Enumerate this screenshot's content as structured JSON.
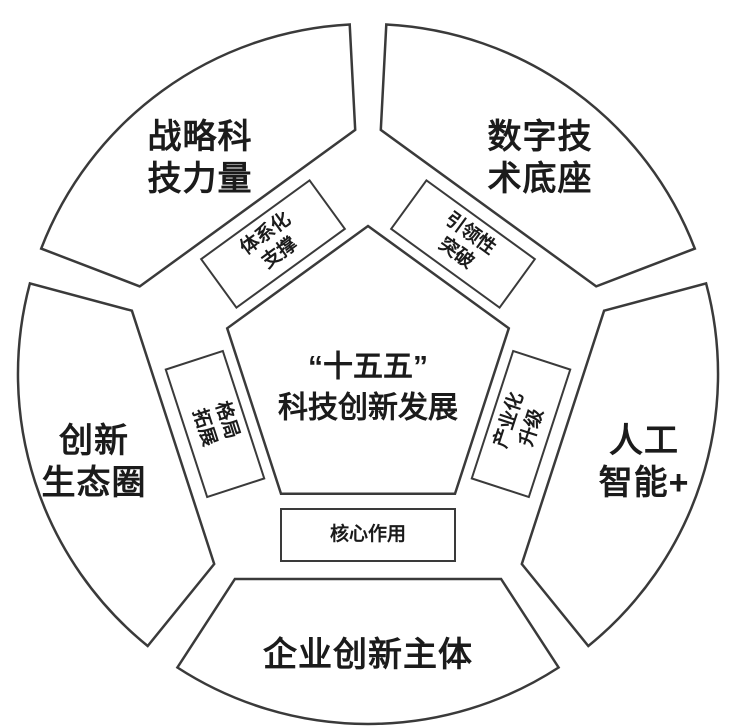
{
  "diagram": {
    "title_center": {
      "line1": "“十五五”",
      "line2": "科技创新发展"
    },
    "outer_sectors": [
      {
        "name": "strategic-tech",
        "line1": "战略科",
        "line2": "技力量"
      },
      {
        "name": "digital-base",
        "line1": "数字技",
        "line2": "术底座"
      },
      {
        "name": "ai-plus",
        "line1": "人工",
        "line2": "智能+"
      },
      {
        "name": "innovation-ecosystem",
        "line1": "创新",
        "line2": "生态圈"
      },
      {
        "name": "enterprise-innovation",
        "line1": "企业创新主体",
        "line2": ""
      }
    ],
    "inner_boxes": [
      {
        "name": "systematic-support",
        "line1": "体系化",
        "line2": "支撑"
      },
      {
        "name": "leading-breakthrough",
        "line1": "引领性",
        "line2": "突破"
      },
      {
        "name": "industrial-upgrade",
        "line1": "产业化",
        "line2": "升级"
      },
      {
        "name": "pattern-expansion",
        "line1": "格局",
        "line2": "拓展"
      },
      {
        "name": "core-role",
        "line1": "核心作用",
        "line2": ""
      }
    ],
    "colors": {
      "stroke": "#3a3a3a",
      "fill": "#ffffff",
      "text": "#1b1b1b"
    }
  }
}
